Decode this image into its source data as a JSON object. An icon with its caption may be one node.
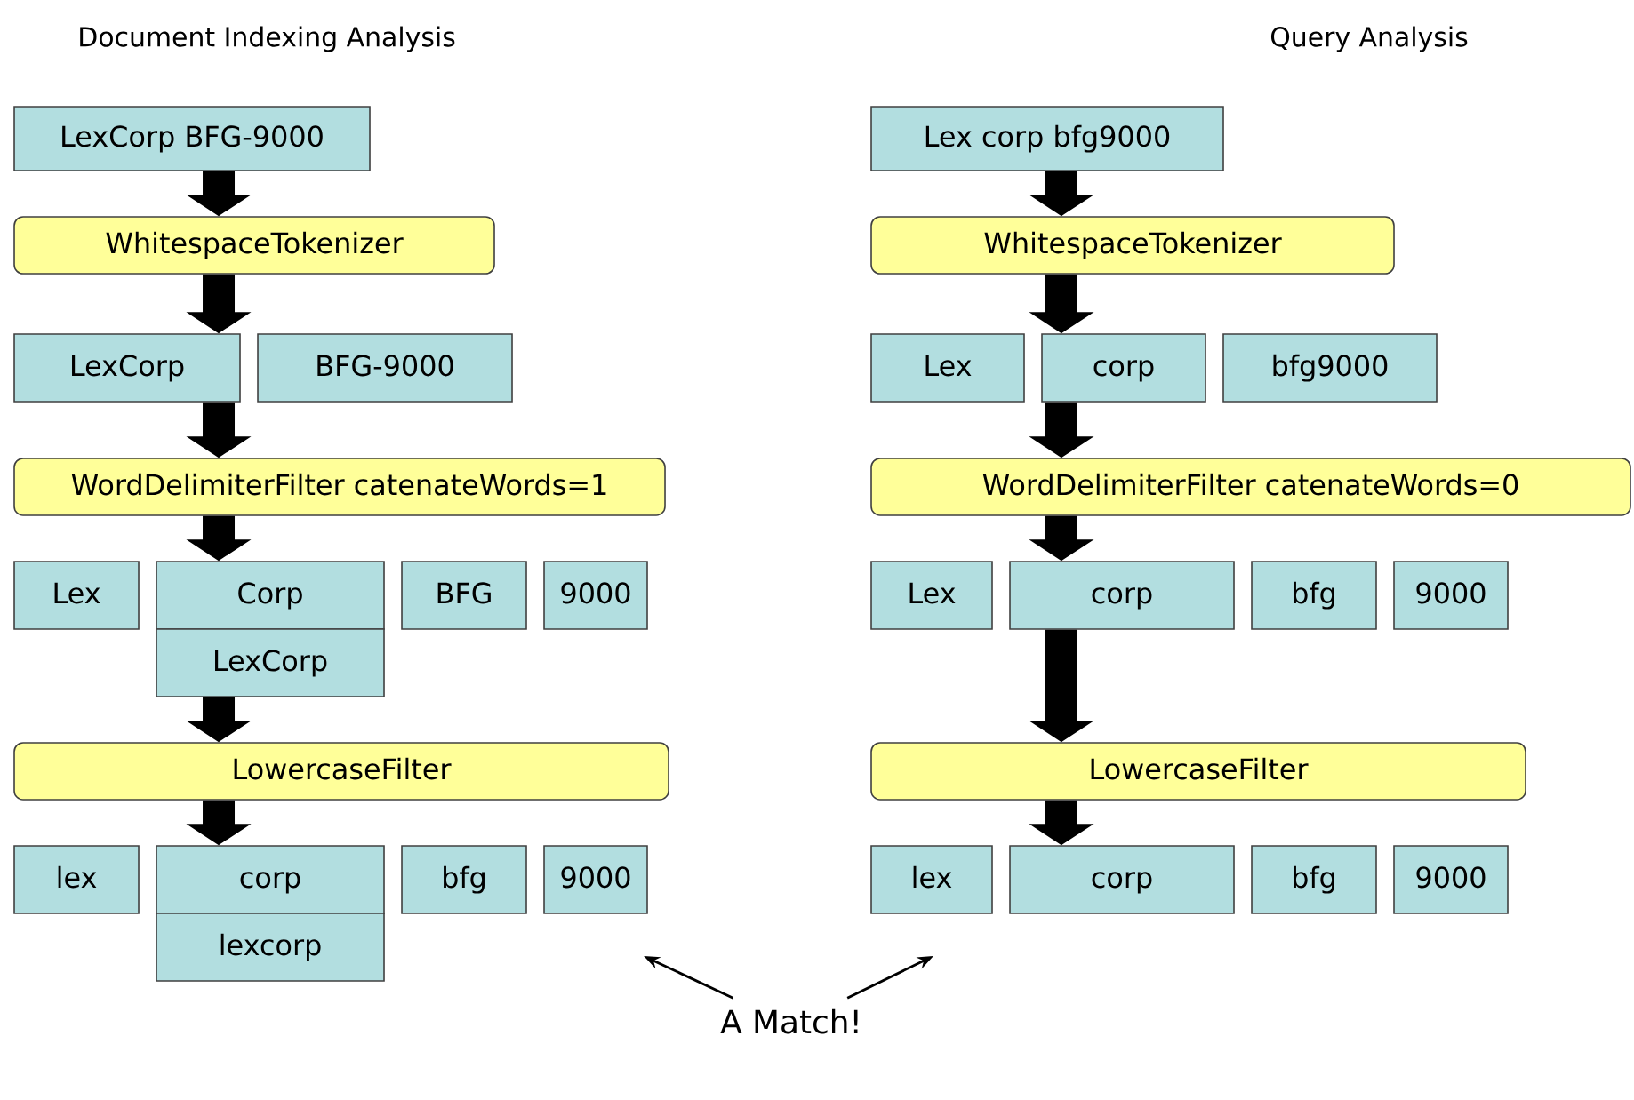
{
  "diagram": {
    "nodes": [
      {
        "text": [
          "LexCorp BFG-9000"
        ]
      },
      {
        "text": [
          "WhitespaceTokenizer"
        ]
      },
      {
        "text": [
          "LexCorp"
        ]
      },
      {
        "text": [
          "BFG-9000"
        ]
      },
      {
        "text": [
          "WordDelimiterFilter catenateWords=1"
        ]
      },
      {
        "text": [
          "Lex"
        ]
      },
      {
        "text": [
          "Corp"
        ]
      },
      {
        "text": [
          "BFG"
        ]
      },
      {
        "text": [
          "9000"
        ]
      },
      {
        "text": [
          "LexCorp"
        ]
      },
      {
        "text": [
          "LowercaseFilter"
        ]
      },
      {
        "text": [
          "lex"
        ]
      },
      {
        "text": [
          "corp"
        ]
      },
      {
        "text": [
          "bfg"
        ]
      },
      {
        "text": [
          "9000"
        ]
      },
      {
        "text": [
          "lexcorp"
        ]
      },
      {
        "text": [
          "Lex corp bfg9000"
        ]
      },
      {
        "text": [
          "WhitespaceTokenizer"
        ]
      },
      {
        "text": [
          "Lex"
        ]
      },
      {
        "text": [
          "corp"
        ]
      },
      {
        "text": [
          "bfg9000"
        ]
      },
      {
        "text": [
          "WordDelimiterFilter catenateWords=0"
        ]
      },
      {
        "text": [
          "Lex"
        ]
      },
      {
        "text": [
          "corp"
        ]
      },
      {
        "text": [
          "bfg"
        ]
      },
      {
        "text": [
          "9000"
        ]
      },
      {
        "text": [
          "LowercaseFilter"
        ]
      },
      {
        "text": [
          "lex"
        ]
      },
      {
        "text": [
          "corp"
        ]
      },
      {
        "text": [
          "bfg"
        ]
      },
      {
        "text": [
          "9000"
        ]
      },
      {
        "text": [
          "A Match!"
        ]
      }
    ],
    "edges": [
      {
        "from": 0,
        "to": 1,
        "arrow": "to"
      },
      {
        "from": 1,
        "to": 2,
        "arrow": "to"
      },
      {
        "from": 2,
        "to": 4,
        "arrow": "to"
      },
      {
        "from": 4,
        "to": 6,
        "arrow": "to"
      },
      {
        "from": 9,
        "to": 10,
        "arrow": "to"
      },
      {
        "from": 10,
        "to": 12,
        "arrow": "to"
      },
      {
        "from": 16,
        "to": 17,
        "arrow": "to"
      },
      {
        "from": 17,
        "to": 19,
        "arrow": "to"
      },
      {
        "from": 19,
        "to": 21,
        "arrow": "to"
      },
      {
        "from": 21,
        "to": 23,
        "arrow": "to"
      },
      {
        "from": 23,
        "to": 26,
        "arrow": "to"
      },
      {
        "from": 26,
        "to": 28,
        "arrow": "to"
      },
      {
        "from": 31,
        "to": null,
        "arrow": "to"
      },
      {
        "from": 31,
        "to": null,
        "arrow": "to"
      }
    ],
    "labels": [
      "Document Indexing Analysis",
      "Query Analysis"
    ]
  }
}
